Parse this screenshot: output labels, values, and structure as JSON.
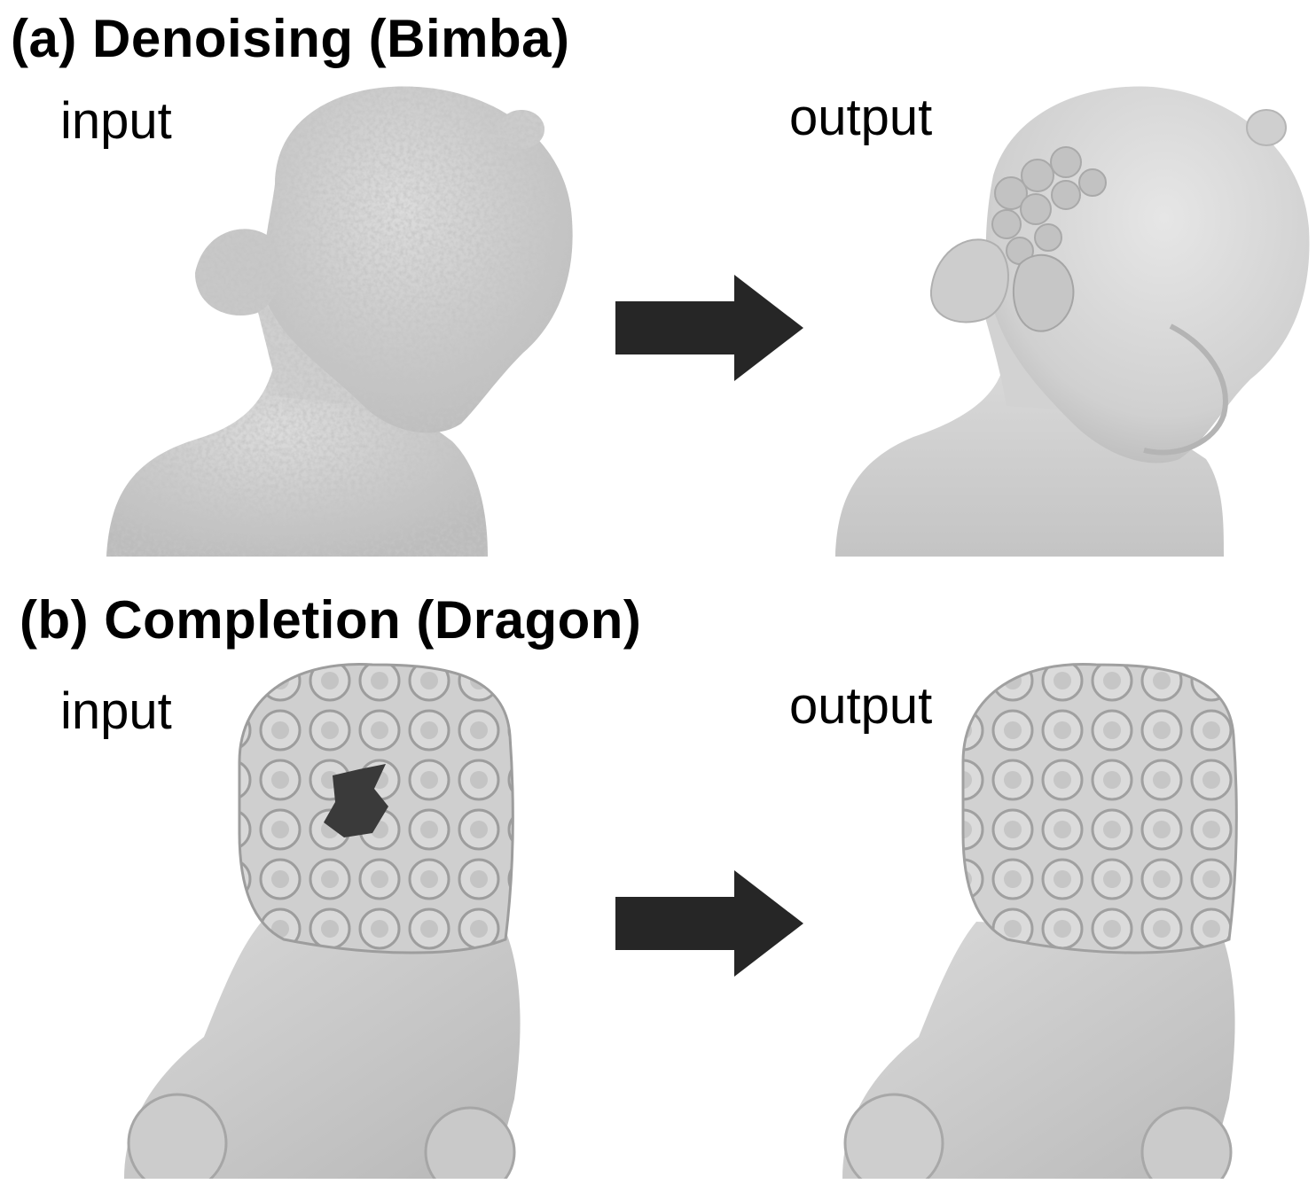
{
  "panels": [
    {
      "title": "(a) Denoising (Bimba)",
      "input_label": "input",
      "output_label": "output",
      "input_image": "noisy-bust-mesh",
      "output_image": "smoothed-bust-mesh"
    },
    {
      "title": "(b) Completion (Dragon)",
      "input_label": "input",
      "output_label": "output",
      "input_image": "dragon-mesh-with-hole",
      "output_image": "completed-dragon-mesh"
    }
  ],
  "colors": {
    "mesh_fill": "#d9d9d9",
    "mesh_shade": "#bdbdbd",
    "mesh_dark": "#9a9a9a",
    "hole_fill": "#3a3a3a",
    "arrow_fill": "#262626"
  },
  "arrow_icon": "right-arrow-icon"
}
